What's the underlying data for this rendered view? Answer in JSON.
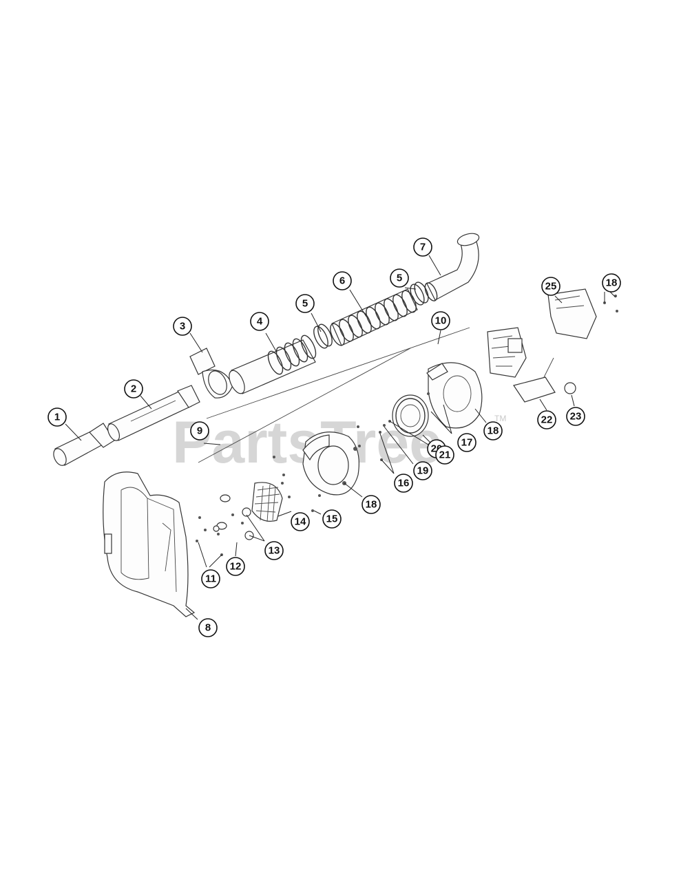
{
  "watermark": {
    "text": "PartsTree",
    "tm": "TM"
  },
  "callouts": [
    {
      "label": "1"
    },
    {
      "label": "2"
    },
    {
      "label": "3"
    },
    {
      "label": "4"
    },
    {
      "label": "5"
    },
    {
      "label": "5"
    },
    {
      "label": "6"
    },
    {
      "label": "7"
    },
    {
      "label": "8"
    },
    {
      "label": "9"
    },
    {
      "label": "10"
    },
    {
      "label": "11"
    },
    {
      "label": "12"
    },
    {
      "label": "13"
    },
    {
      "label": "14"
    },
    {
      "label": "15"
    },
    {
      "label": "16"
    },
    {
      "label": "17"
    },
    {
      "label": "18"
    },
    {
      "label": "18"
    },
    {
      "label": "18"
    },
    {
      "label": "19"
    },
    {
      "label": "20"
    },
    {
      "label": "21"
    },
    {
      "label": "22"
    },
    {
      "label": "23"
    },
    {
      "label": "25"
    }
  ]
}
